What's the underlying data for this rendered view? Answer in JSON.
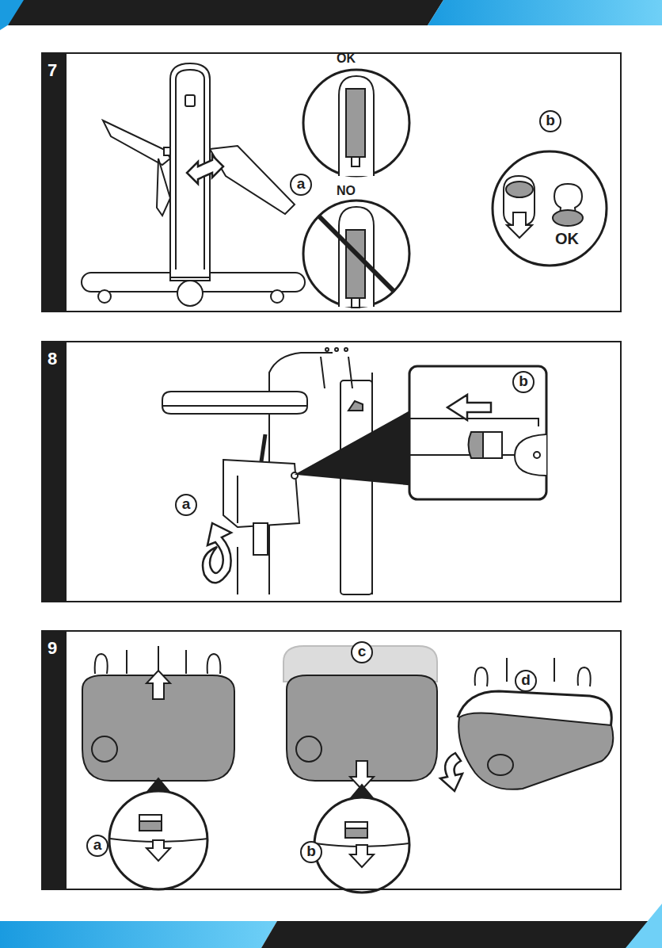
{
  "diagram": {
    "nodes": [
      {
        "text": [
          "7"
        ]
      },
      {
        "text": [
          "a"
        ],
        "in": 0
      },
      {
        "text": [
          "OK"
        ],
        "in": 0
      },
      {
        "text": [
          "NO"
        ],
        "in": 0
      },
      {
        "text": [
          "b"
        ],
        "in": 0
      },
      {
        "text": [
          "OK"
        ],
        "in": 0
      },
      {
        "text": [
          "8"
        ]
      },
      {
        "text": [
          "a"
        ],
        "in": 6
      },
      {
        "text": [
          "b"
        ],
        "in": 6
      },
      {
        "text": [
          "9"
        ]
      },
      {
        "text": [
          "a"
        ],
        "in": 9
      },
      {
        "text": [
          "b"
        ],
        "in": 9
      },
      {
        "text": [
          "c"
        ],
        "in": 9
      },
      {
        "text": [
          "d"
        ],
        "in": 9
      }
    ]
  }
}
